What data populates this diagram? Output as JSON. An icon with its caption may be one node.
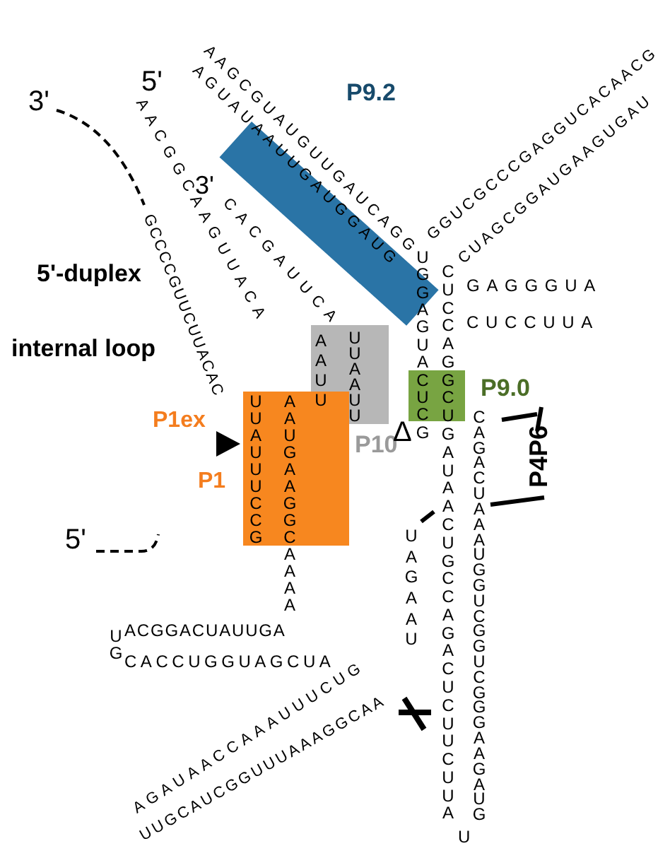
{
  "diagram": {
    "nodes": [
      {
        "text": [
          "P9.2"
        ]
      },
      {
        "text": [
          "P10"
        ]
      },
      {
        "text": [
          "P9.0"
        ]
      },
      {
        "text": [
          "P1ex",
          "P1"
        ]
      }
    ],
    "labels": [
      "3'",
      "5'",
      "AACGGCAAGUUACA",
      "GCCCCGUUCUUACAC",
      "5'-duplex",
      "internal loop",
      "3'",
      "CACGAUUCA",
      "AAUU",
      "UUAAUU",
      "UUAUUUCCG",
      "AAUGAAGGCAAAA",
      "5'",
      "ACGGACUAUUGA",
      "UG",
      "CACCUGGUAGCUA",
      "AGAUAACCAAAUUUCUG",
      "UUGCAUCGGUUUAAAGGCAA",
      "UAGAAU",
      "UGGAGUACUCG",
      "CUCCAGGCUGAUAACUGCCAGACUCUUCUUA",
      "U",
      "CAGACUAAAUGGUCGGUCGGGAAGAUG",
      "GAGGGUA",
      "CUCCUUA",
      "AAGCGUAUGUUGAUCAGG",
      "AGUAUAAUUGAUGGAUG",
      "GGUCGCCCGAGGUCACAACG",
      "CUAGCGGAUGAAGUGAU",
      "P4P6",
      "Δ"
    ]
  }
}
